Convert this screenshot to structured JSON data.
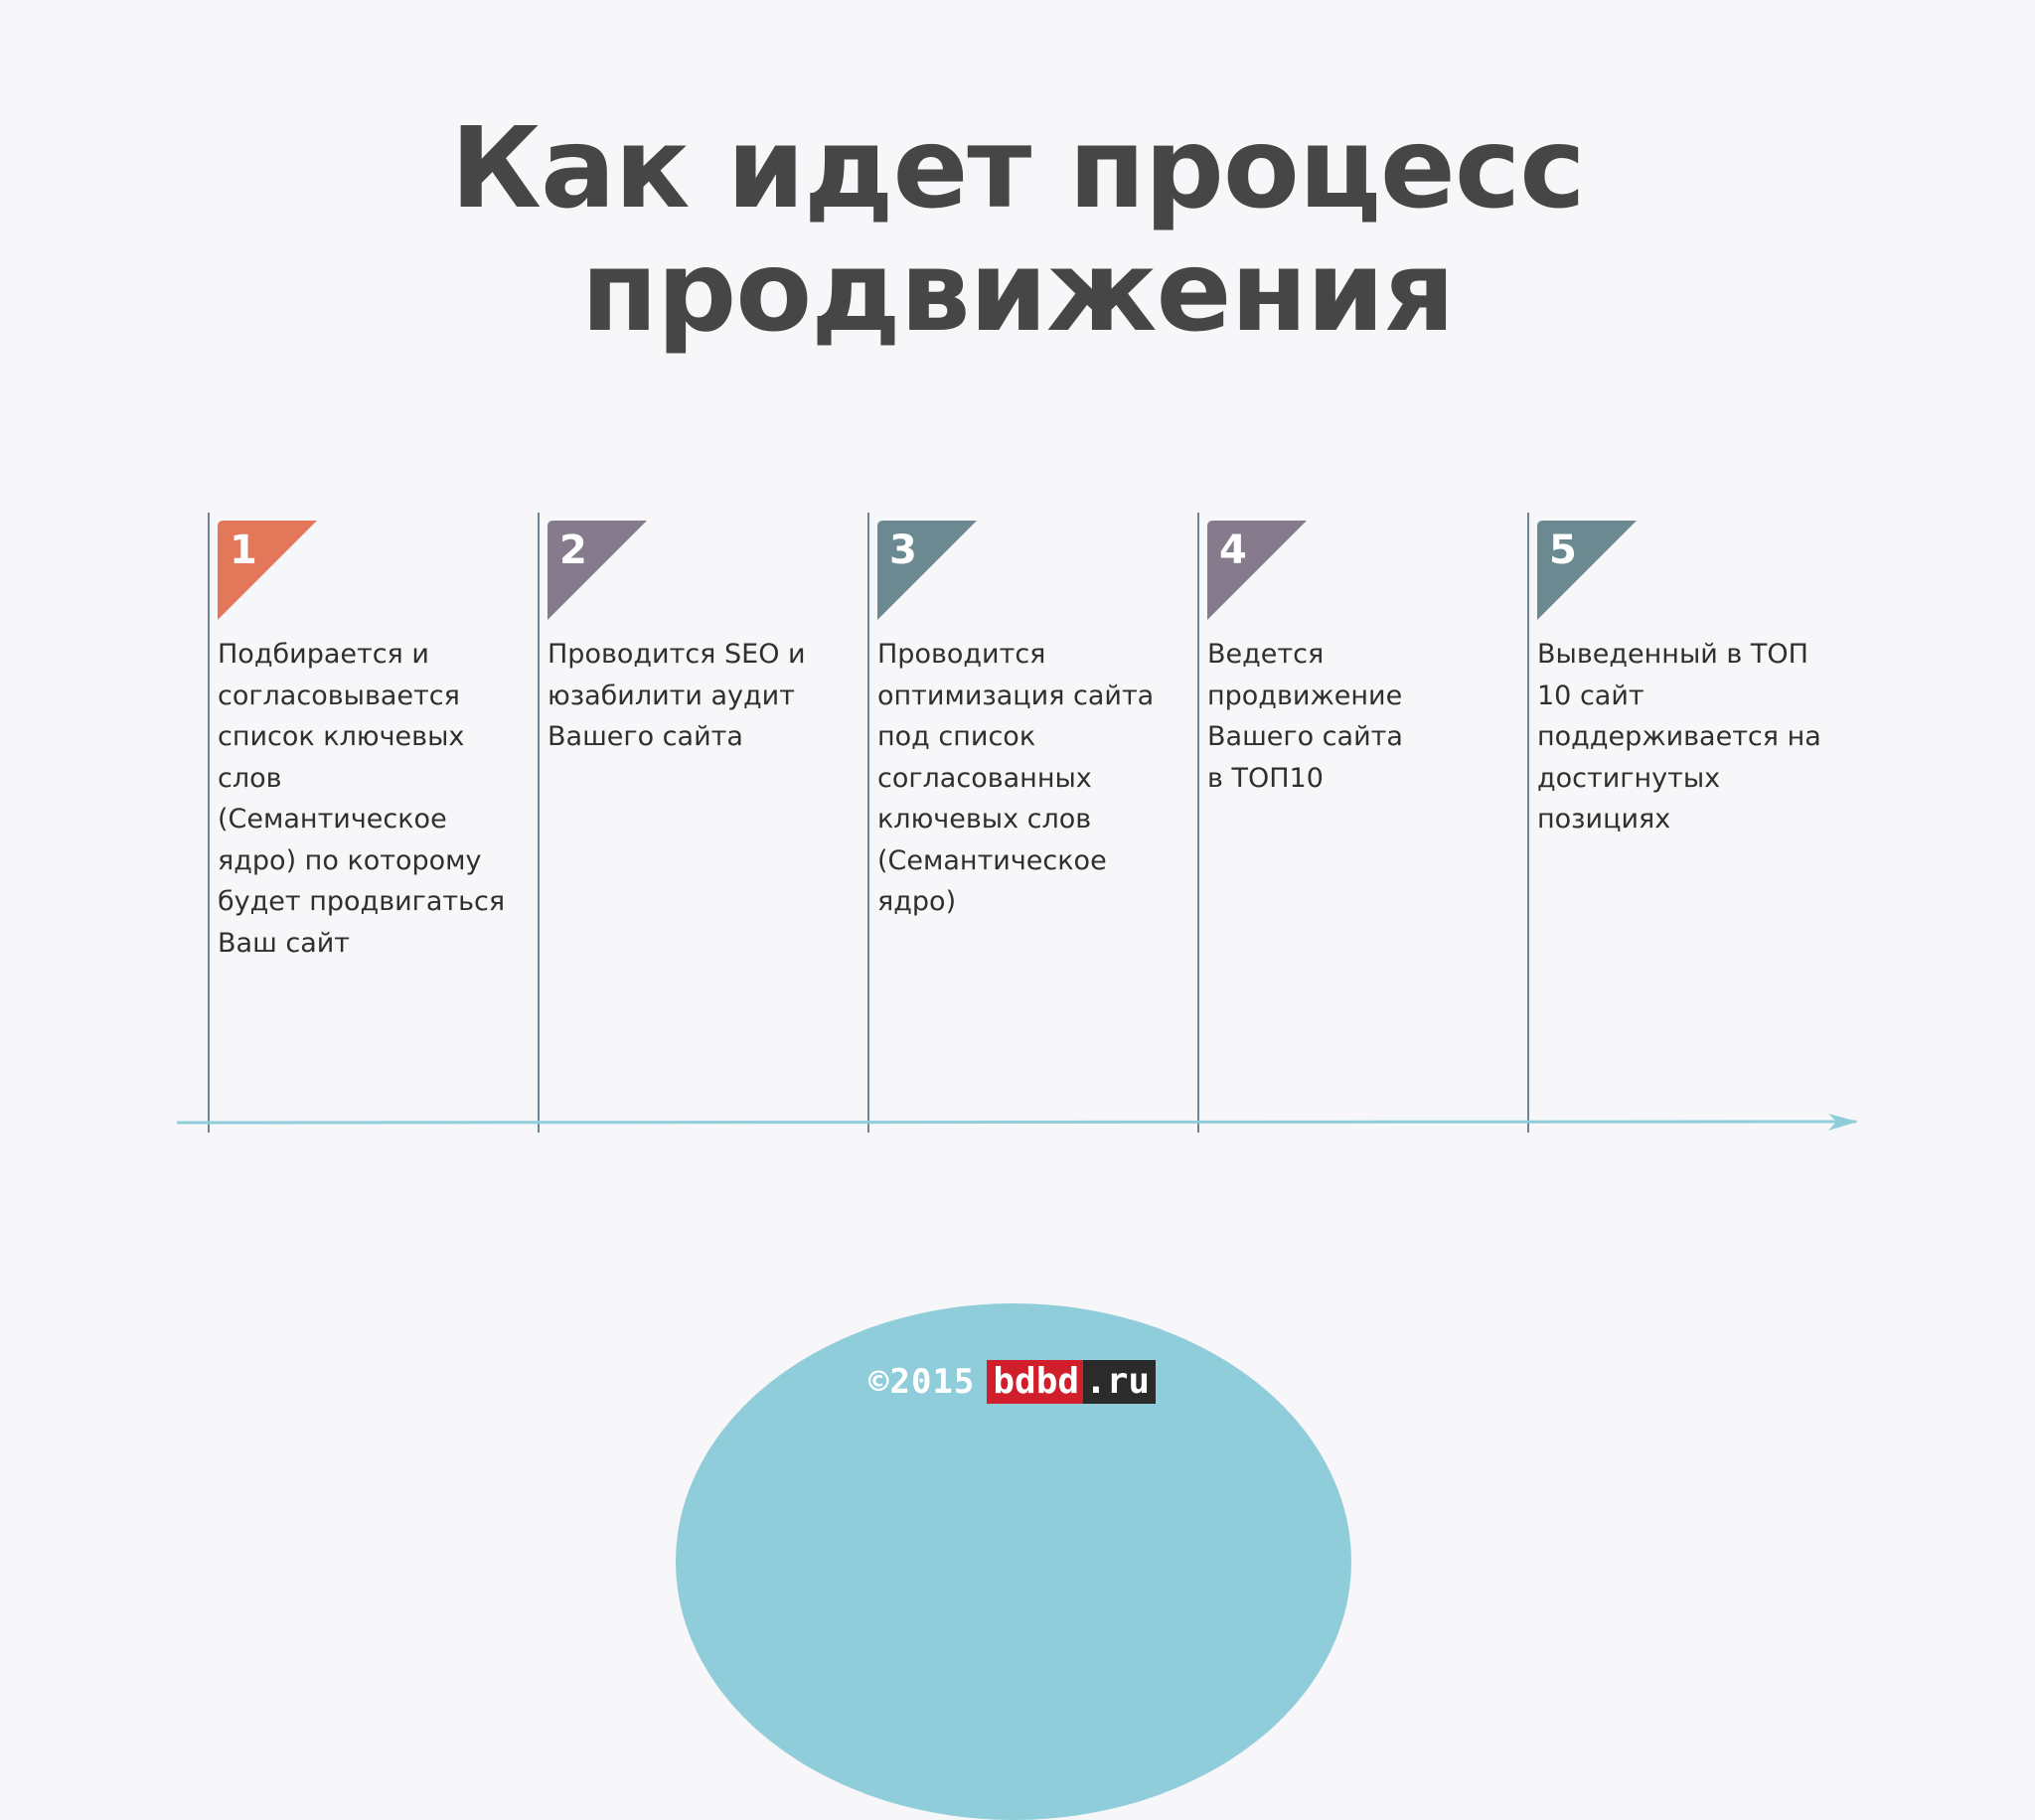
{
  "title": {
    "line1": "Как идет процесс",
    "line2": "продвижения"
  },
  "steps": [
    {
      "number": "1",
      "text": "Подбирается и\nсогласовывается\nсписок ключевых\nслов\n(Семантическое\nядро) по которому\nбудет продвигаться\nВаш сайт",
      "color": "#e2775a"
    },
    {
      "number": "2",
      "text": "Проводится SEO и\nюзабилити аудит\nВашего сайта",
      "color": "#857b8c"
    },
    {
      "number": "3",
      "text": "Проводится\nоптимизация сайта\nпод список\nсогласованных\nключевых слов\n(Семантическое\nядро)",
      "color": "#6b8990"
    },
    {
      "number": "4",
      "text": "Ведется\nпродвижение\nВашего сайта\nв ТОП10",
      "color": "#857b8c"
    },
    {
      "number": "5",
      "text": "Выведенный в ТОП\n10 сайт\nподдерживается на\nдостигнутых\nпозициях",
      "color": "#6b8990"
    }
  ],
  "colors": {
    "background": "#f7f6f8",
    "title": "#464646",
    "text": "#2f2f2f",
    "divider": "#6c8594",
    "axis": "#8fcdda",
    "brand_red": "#d01f2a",
    "brand_dark": "#2b2b2b"
  },
  "footer": {
    "copyright": "©2015",
    "brand": "bdbd",
    "brand_tld": ".ru"
  }
}
